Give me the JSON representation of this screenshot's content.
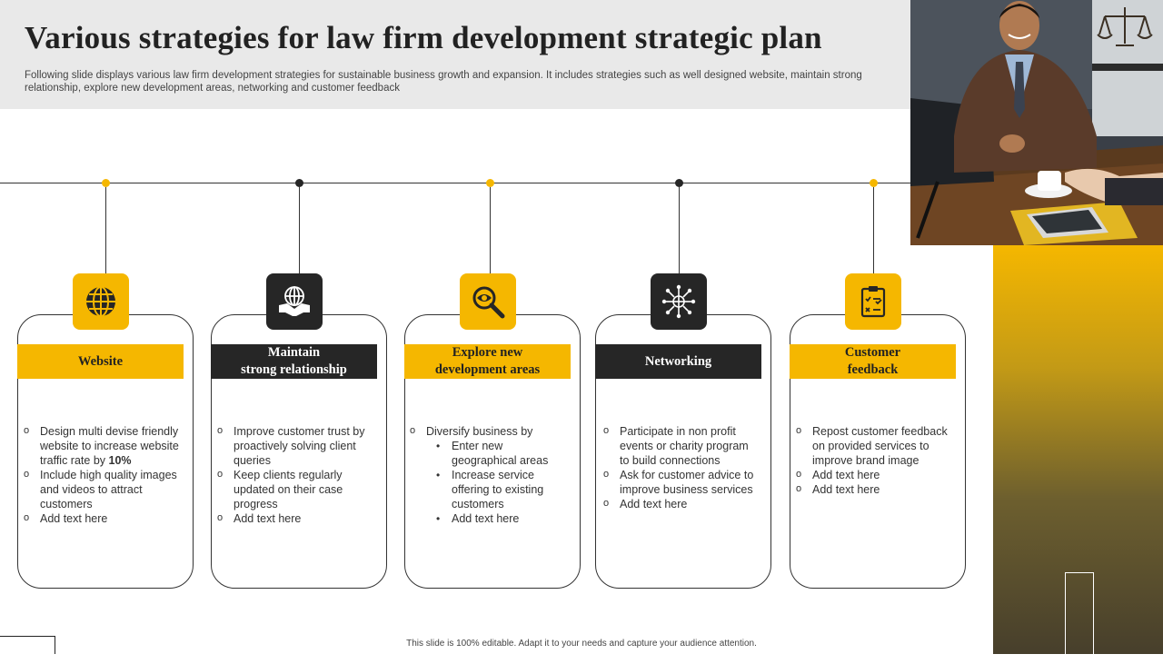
{
  "header": {
    "title": "Various strategies for law firm development strategic plan",
    "subtitle": "Following slide displays various law firm development strategies for sustainable business growth and expansion. It includes strategies such as well designed website, maintain strong relationship, explore new development areas, networking and customer feedback"
  },
  "colors": {
    "accent": "#f5b700",
    "dark": "#262626",
    "header_bg": "#e9e9e9"
  },
  "strategies": [
    {
      "title": "Website",
      "icon": "globe-icon",
      "style": "yellow",
      "bullets": [
        "Design multi devise friendly website to increase website traffic rate by ",
        "Include high quality images and videos to attract customers",
        "Add text here"
      ],
      "bullet1_bold": "10%"
    },
    {
      "title_line1": "Maintain",
      "title_line2": "strong relationship",
      "icon": "handshake-globe-icon",
      "style": "dark",
      "bullets": [
        "Improve  customer trust by proactively solving client queries",
        "Keep clients regularly updated on their case progress",
        "Add text here"
      ]
    },
    {
      "title_line1": "Explore new",
      "title_line2": "development areas",
      "icon": "magnifier-eye-icon",
      "style": "yellow",
      "bullet": "Diversify  business by",
      "sub_bullets": [
        "Enter new geographical areas",
        "Increase service offering  to existing customers",
        "Add text here"
      ]
    },
    {
      "title": "Networking",
      "icon": "network-nodes-icon",
      "style": "dark",
      "bullets": [
        "Participate in non profit events or charity program to build connections",
        "Ask for customer advice to improve  business services",
        "Add text here"
      ]
    },
    {
      "title_line1": "Customer",
      "title_line2": "feedback",
      "icon": "checklist-clipboard-icon",
      "style": "yellow",
      "bullets": [
        "Repost customer feedback on provided  services to improve  brand image",
        "Add text here",
        "Add text here"
      ]
    }
  ],
  "footer": {
    "text": "This slide is 100% editable.  Adapt it to your  needs and capture your audience attention."
  }
}
